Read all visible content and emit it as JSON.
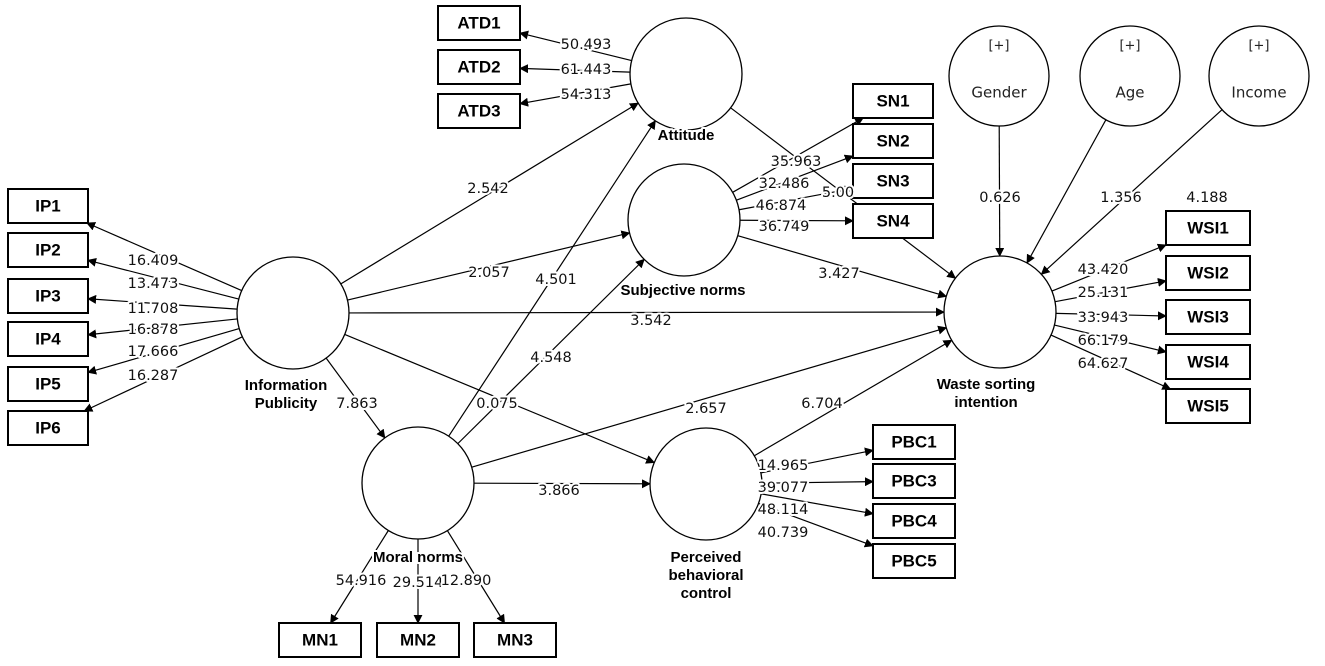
{
  "indicators": [
    {
      "id": "ATD1",
      "label": "ATD1"
    },
    {
      "id": "ATD2",
      "label": "ATD2"
    },
    {
      "id": "ATD3",
      "label": "ATD3"
    },
    {
      "id": "SN1",
      "label": "SN1"
    },
    {
      "id": "SN2",
      "label": "SN2"
    },
    {
      "id": "SN3",
      "label": "SN3"
    },
    {
      "id": "SN4",
      "label": "SN4"
    },
    {
      "id": "IP1",
      "label": "IP1"
    },
    {
      "id": "IP2",
      "label": "IP2"
    },
    {
      "id": "IP3",
      "label": "IP3"
    },
    {
      "id": "IP4",
      "label": "IP4"
    },
    {
      "id": "IP5",
      "label": "IP5"
    },
    {
      "id": "IP6",
      "label": "IP6"
    },
    {
      "id": "WSI1",
      "label": "WSI1"
    },
    {
      "id": "WSI2",
      "label": "WSI2"
    },
    {
      "id": "WSI3",
      "label": "WSI3"
    },
    {
      "id": "WSI4",
      "label": "WSI4"
    },
    {
      "id": "WSI5",
      "label": "WSI5"
    },
    {
      "id": "PBC1",
      "label": "PBC1"
    },
    {
      "id": "PBC3",
      "label": "PBC3"
    },
    {
      "id": "PBC4",
      "label": "PBC4"
    },
    {
      "id": "PBC5",
      "label": "PBC5"
    },
    {
      "id": "MN1",
      "label": "MN1"
    },
    {
      "id": "MN2",
      "label": "MN2"
    },
    {
      "id": "MN3",
      "label": "MN3"
    }
  ],
  "constructs": [
    {
      "id": "attitude",
      "label": "Attitude"
    },
    {
      "id": "subjective_norms",
      "label": "Subjective norms"
    },
    {
      "id": "information_publicity",
      "label": "Information Publicity"
    },
    {
      "id": "moral_norms",
      "label": "Moral norms"
    },
    {
      "id": "perceived_behavioral_control",
      "label": "Perceived behavioral control"
    },
    {
      "id": "waste_sorting_intention",
      "label": "Waste sorting intention"
    }
  ],
  "controls": [
    {
      "id": "gender",
      "label": "Gender",
      "marker": "[+]"
    },
    {
      "id": "age",
      "label": "Age",
      "marker": "[+]"
    },
    {
      "id": "income",
      "label": "Income",
      "marker": "[+]"
    }
  ],
  "loadings": [
    {
      "from": "attitude",
      "to": "ATD1",
      "value": "50.493"
    },
    {
      "from": "attitude",
      "to": "ATD2",
      "value": "61.443"
    },
    {
      "from": "attitude",
      "to": "ATD3",
      "value": "54.313"
    },
    {
      "from": "subjective_norms",
      "to": "SN1",
      "value": "35.963"
    },
    {
      "from": "subjective_norms",
      "to": "SN2",
      "value": "32.486"
    },
    {
      "from": "subjective_norms",
      "to": "SN3",
      "value": "46.874"
    },
    {
      "from": "subjective_norms",
      "to": "SN4",
      "value": "36.749"
    },
    {
      "from": "information_publicity",
      "to": "IP1",
      "value": "16.409"
    },
    {
      "from": "information_publicity",
      "to": "IP2",
      "value": "13.473"
    },
    {
      "from": "information_publicity",
      "to": "IP3",
      "value": "11.708"
    },
    {
      "from": "information_publicity",
      "to": "IP4",
      "value": "16.878"
    },
    {
      "from": "information_publicity",
      "to": "IP5",
      "value": "17.666"
    },
    {
      "from": "information_publicity",
      "to": "IP6",
      "value": "16.287"
    },
    {
      "from": "waste_sorting_intention",
      "to": "WSI1",
      "value": "43.420"
    },
    {
      "from": "waste_sorting_intention",
      "to": "WSI2",
      "value": "25.131"
    },
    {
      "from": "waste_sorting_intention",
      "to": "WSI3",
      "value": "33.943"
    },
    {
      "from": "waste_sorting_intention",
      "to": "WSI4",
      "value": "66.179"
    },
    {
      "from": "waste_sorting_intention",
      "to": "WSI5",
      "value": "64.627"
    },
    {
      "from": "perceived_behavioral_control",
      "to": "PBC1",
      "value": "14.965"
    },
    {
      "from": "perceived_behavioral_control",
      "to": "PBC3",
      "value": "39.077"
    },
    {
      "from": "perceived_behavioral_control",
      "to": "PBC4",
      "value": "48.114"
    },
    {
      "from": "perceived_behavioral_control",
      "to": "PBC5",
      "value": "40.739"
    },
    {
      "from": "moral_norms",
      "to": "MN1",
      "value": "54.916"
    },
    {
      "from": "moral_norms",
      "to": "MN2",
      "value": "29.514"
    },
    {
      "from": "moral_norms",
      "to": "MN3",
      "value": "12.890"
    }
  ],
  "paths": [
    {
      "from": "information_publicity",
      "to": "attitude",
      "value": "2.542"
    },
    {
      "from": "information_publicity",
      "to": "subjective_norms",
      "value": "2.057"
    },
    {
      "from": "information_publicity",
      "to": "waste_sorting_intention",
      "value": "3.542"
    },
    {
      "from": "information_publicity",
      "to": "moral_norms",
      "value": "7.863"
    },
    {
      "from": "information_publicity",
      "to": "perceived_behavioral_control",
      "value": "0.075"
    },
    {
      "from": "moral_norms",
      "to": "attitude",
      "value": "4.501"
    },
    {
      "from": "moral_norms",
      "to": "subjective_norms",
      "value": "4.548"
    },
    {
      "from": "moral_norms",
      "to": "waste_sorting_intention",
      "value": "2.657"
    },
    {
      "from": "moral_norms",
      "to": "perceived_behavioral_control",
      "value": "3.866"
    },
    {
      "from": "attitude",
      "to": "waste_sorting_intention",
      "value": "5.00"
    },
    {
      "from": "subjective_norms",
      "to": "waste_sorting_intention",
      "value": "3.427"
    },
    {
      "from": "perceived_behavioral_control",
      "to": "waste_sorting_intention",
      "value": "6.704"
    },
    {
      "from": "gender",
      "to": "waste_sorting_intention",
      "value": "0.626"
    },
    {
      "from": "age",
      "to": "waste_sorting_intention",
      "value": "1.356"
    },
    {
      "from": "income",
      "to": "waste_sorting_intention",
      "value": "4.188"
    }
  ]
}
